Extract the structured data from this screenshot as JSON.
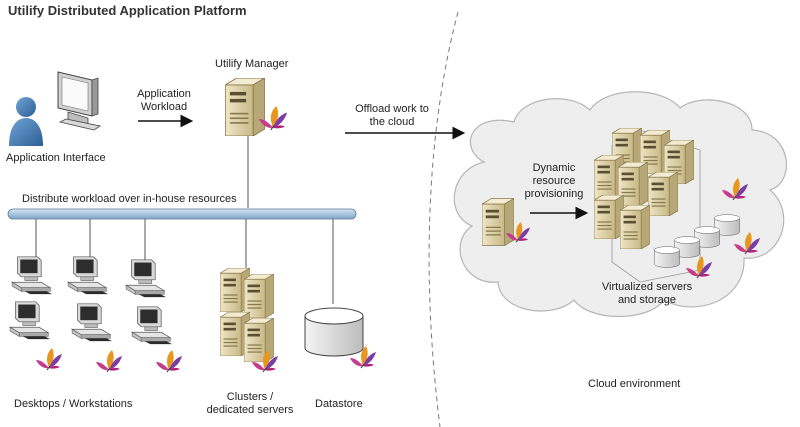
{
  "title": "Utilify Distributed Application Platform",
  "labels": {
    "application_interface": "Application Interface",
    "application_workload": [
      "Application",
      "Workload"
    ],
    "utilify_manager": "Utilify Manager",
    "offload": [
      "Offload work to",
      "the cloud"
    ],
    "distribute": "Distribute workload over in-house resources",
    "desktops": "Desktops / Workstations",
    "clusters": [
      "Clusters /",
      "dedicated servers"
    ],
    "datastore": "Datastore",
    "dynamic": [
      "Dynamic",
      "resource",
      "provisioning"
    ],
    "virtualized": [
      "Virtualized servers",
      "and storage"
    ],
    "cloud_env": "Cloud environment"
  },
  "icons": {
    "user": "user-icon",
    "monitor": "monitor-icon",
    "server": "server-icon",
    "workstation": "workstation-icon",
    "database": "database-icon",
    "cloud": "cloud-icon",
    "logo": "butterfly-logo-icon"
  },
  "colors": {
    "bus": "#a9c6de",
    "server_body": "#ded1a8",
    "cloud_fill": "#eeeeee",
    "logo_purple": "#7b3fa4",
    "logo_orange": "#e8961d"
  }
}
